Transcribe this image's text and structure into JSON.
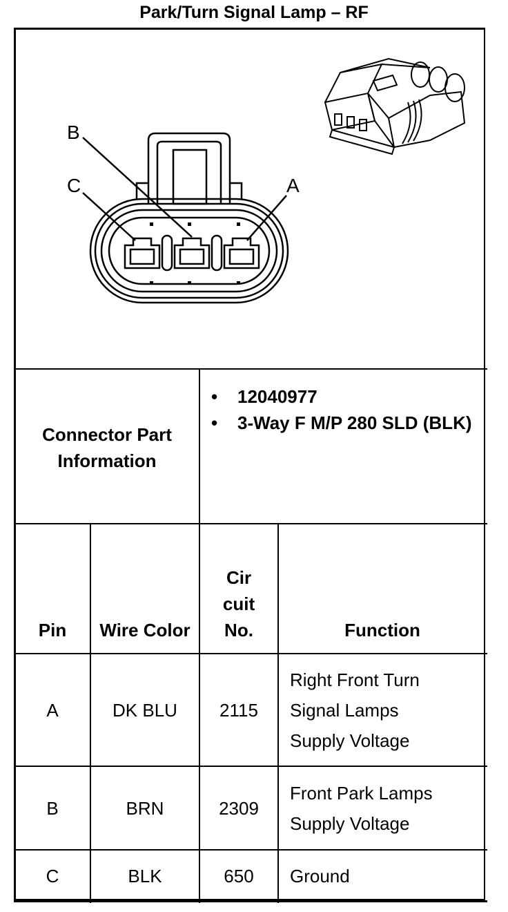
{
  "title": "Park/Turn Signal Lamp – RF",
  "diagram": {
    "pin_labels": [
      "A",
      "B",
      "C"
    ]
  },
  "connector": {
    "label": "Connector Part Information",
    "items": [
      "12040977",
      "3-Way F M/P 280 SLD (BLK)"
    ]
  },
  "table": {
    "headers": {
      "pin": "Pin",
      "wire_color": "Wire Color",
      "circuit": "Cir cuit No.",
      "function": "Function"
    },
    "rows": [
      {
        "pin": "A",
        "wire_color": "DK BLU",
        "circuit": "2115",
        "function": "Right Front Turn Signal Lamps Supply Voltage"
      },
      {
        "pin": "B",
        "wire_color": "BRN",
        "circuit": "2309",
        "function": "Front Park Lamps Supply Voltage"
      },
      {
        "pin": "C",
        "wire_color": "BLK",
        "circuit": "650",
        "function": "Ground"
      }
    ]
  }
}
